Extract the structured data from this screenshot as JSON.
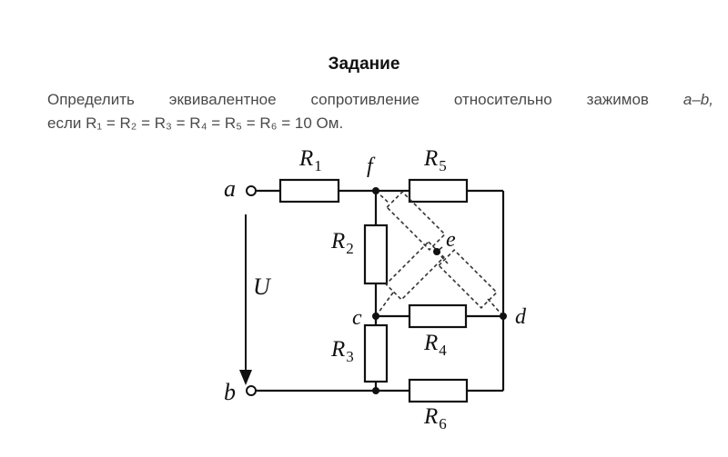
{
  "task": {
    "title": "Задание",
    "line1_words": [
      "Определить",
      "эквивалентное",
      "сопротивление",
      "относительно",
      "зажимов"
    ],
    "line1_tail": "a–b,",
    "line2": "если R₁ = R₂ = R₃ = R₄ = R₅ = R₆ = 10 Ом."
  },
  "circuit": {
    "nodes": {
      "a": "a",
      "b": "b",
      "c": "c",
      "d": "d",
      "e": "e",
      "f": "f"
    },
    "voltage_label": "U",
    "resistors": {
      "r1": {
        "letter": "R",
        "index": "1"
      },
      "r2": {
        "letter": "R",
        "index": "2"
      },
      "r3": {
        "letter": "R",
        "index": "3"
      },
      "r4": {
        "letter": "R",
        "index": "4"
      },
      "r5": {
        "letter": "R",
        "index": "5"
      },
      "r6": {
        "letter": "R",
        "index": "6"
      }
    }
  }
}
